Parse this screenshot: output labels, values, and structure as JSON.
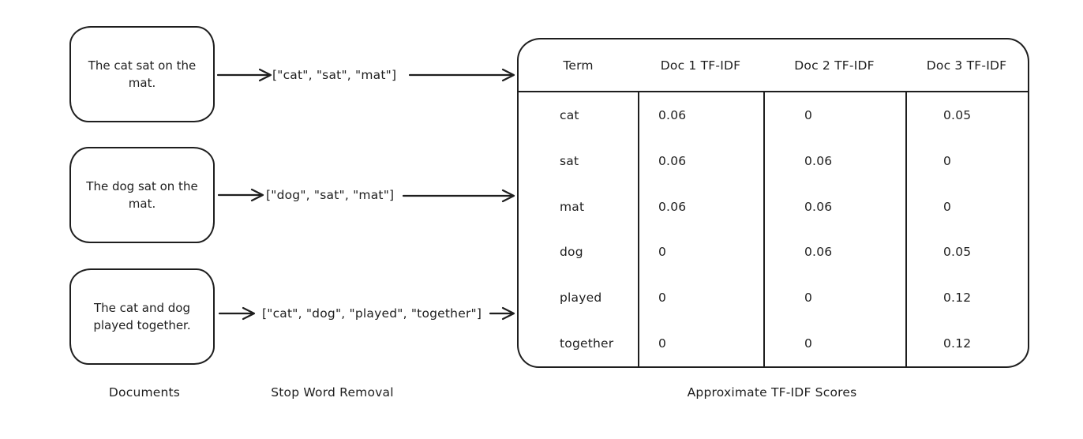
{
  "colors": {
    "stroke": "#1e1e1e",
    "background": "#ffffff"
  },
  "documents": [
    {
      "text": "The cat sat on the mat."
    },
    {
      "text": "The dog sat on the mat."
    },
    {
      "text": "The cat and dog played together."
    }
  ],
  "token_lists": [
    {
      "text": "[\"cat\", \"sat\", \"mat\"]"
    },
    {
      "text": "[\"dog\", \"sat\", \"mat\"]"
    },
    {
      "text": "[\"cat\", \"dog\", \"played\", \"together\"]"
    }
  ],
  "stage_labels": {
    "documents": "Documents",
    "stop_word_removal": "Stop Word Removal",
    "tfidf_scores": "Approximate TF-IDF Scores"
  },
  "table": {
    "headers": [
      "Term",
      "Doc 1 TF-IDF",
      "Doc 2 TF-IDF",
      "Doc 3 TF-IDF"
    ],
    "rows": [
      {
        "term": "cat",
        "doc1": "0.06",
        "doc2": "0",
        "doc3": "0.05"
      },
      {
        "term": "sat",
        "doc1": "0.06",
        "doc2": "0.06",
        "doc3": "0"
      },
      {
        "term": "mat",
        "doc1": "0.06",
        "doc2": "0.06",
        "doc3": "0"
      },
      {
        "term": "dog",
        "doc1": "0",
        "doc2": "0.06",
        "doc3": "0.05"
      },
      {
        "term": "played",
        "doc1": "0",
        "doc2": "0",
        "doc3": "0.12"
      },
      {
        "term": "together",
        "doc1": "0",
        "doc2": "0",
        "doc3": "0.12"
      }
    ]
  }
}
